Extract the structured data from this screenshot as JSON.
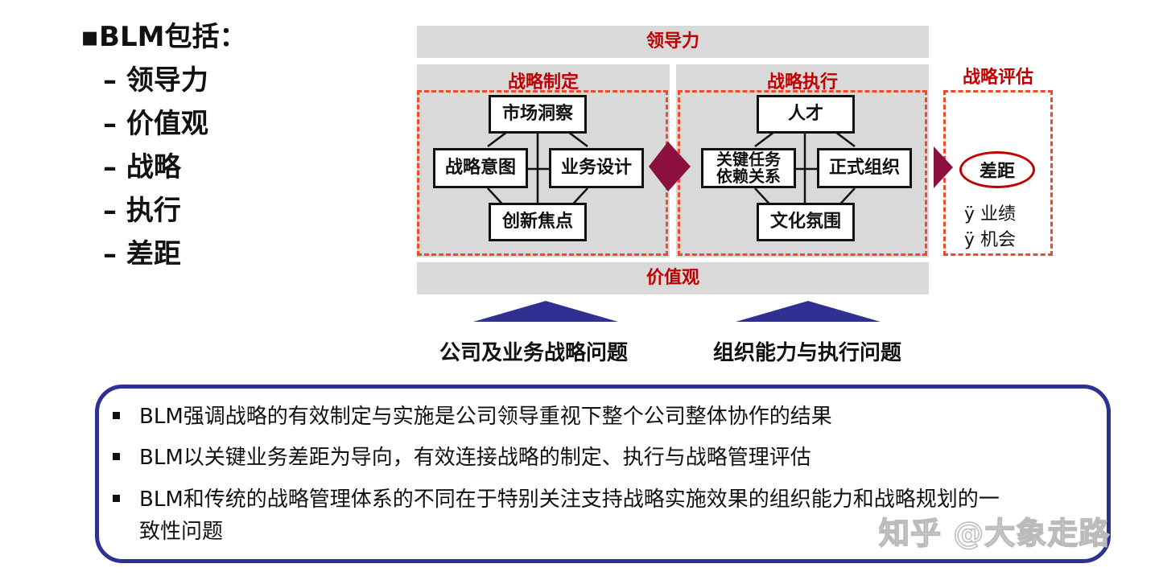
{
  "left": {
    "title": "▪BLM包括：",
    "items": [
      "– 领导力",
      "– 价值观",
      "– 战略",
      "– 执行",
      "– 差距"
    ]
  },
  "diagram": {
    "top_bar": "领导力",
    "bottom_bar": "价值观",
    "formulation": {
      "label": "战略制定",
      "top": "市场洞察",
      "left": "战略意图",
      "right": "业务设计",
      "bottom": "创新焦点"
    },
    "execution": {
      "label": "战略执行",
      "top": "人才",
      "left_line1": "关键任务",
      "left_line2": "依赖关系",
      "right": "正式组织",
      "bottom": "文化氛围"
    },
    "evaluation": {
      "label": "战略评估",
      "gap": "差距",
      "bullets": [
        "ÿ 业绩",
        "ÿ 机会"
      ]
    },
    "under_left": "公司及业务战略问题",
    "under_right": "组织能力与执行问题"
  },
  "summary": {
    "bullets": [
      "BLM强调战略的有效制定与实施是公司领导重视下整个公司整体协作的结果",
      "BLM以关键业务差距为导向，有效连接战略的制定、执行与战略管理评估",
      "BLM和传统的战略管理体系的不同在于特别关注支持战略实施效果的组织能力和战略规划的一",
      "致性问题"
    ]
  },
  "watermark": "知乎 @大象走路",
  "colors": {
    "accent_red": "#c00000",
    "dash_orange": "#ee4b2b",
    "navy": "#2e3192",
    "arrow_maroon": "#8b0f3f",
    "panel_grey": "#d9d9d9"
  }
}
